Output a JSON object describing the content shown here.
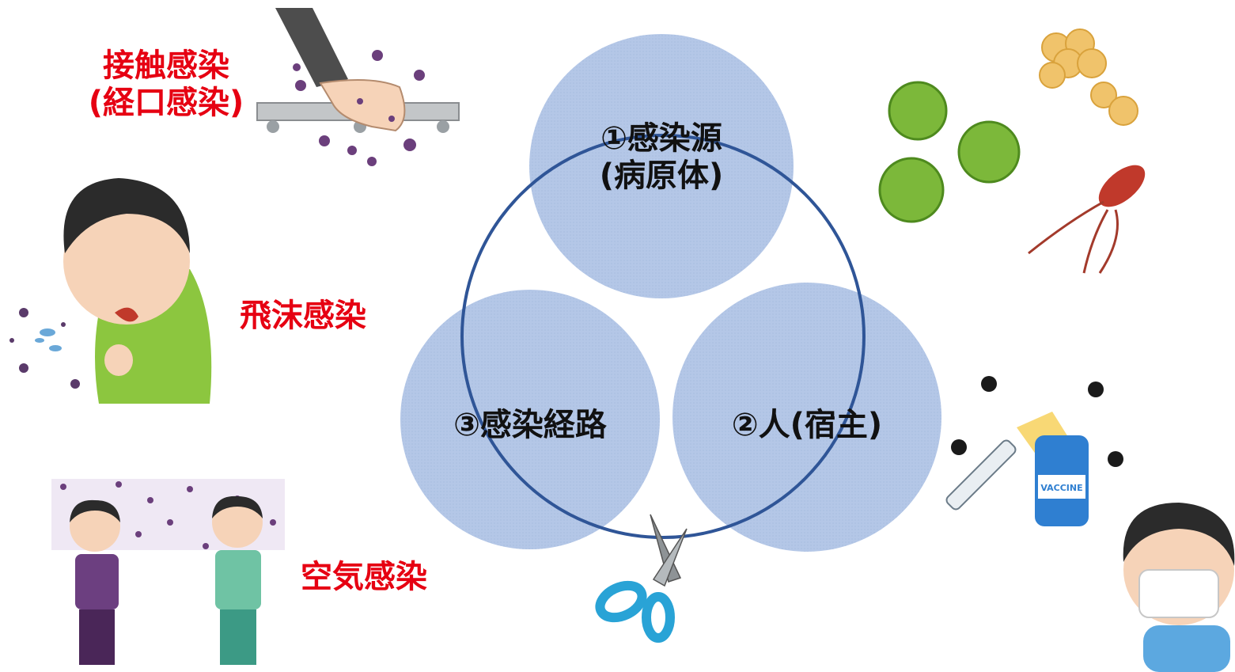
{
  "circles": {
    "source": {
      "line1": "①感染源",
      "line2": "(病原体)"
    },
    "host": {
      "label": "②人(宿主)"
    },
    "route": {
      "label": "③感染経路"
    }
  },
  "routes": {
    "contact": {
      "line1": "接触感染",
      "line2": "(経口感染)"
    },
    "droplet": {
      "label": "飛沫感染"
    },
    "airborne": {
      "label": "空気感染"
    }
  },
  "vaccine_label": "VACCINE",
  "colors": {
    "circle_fill": "#b4c7e7",
    "ring": "#2f5597",
    "route_text": "#e60012",
    "virus_green": "#7cb83a",
    "scissors_handle": "#29a3d6"
  }
}
